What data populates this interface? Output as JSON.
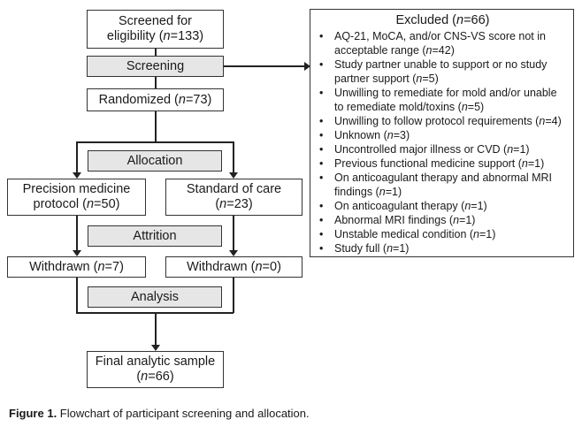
{
  "boxes": {
    "screened": {
      "line1": "Screened for",
      "line2a": "eligibility (",
      "line2n": "n",
      "line2b": "=133)"
    },
    "screening": "Screening",
    "randomized": {
      "a": "Randomized (",
      "n": "n",
      "b": "=73)"
    },
    "allocation": "Allocation",
    "precision": {
      "line1": "Precision medicine",
      "line2a": "protocol (",
      "line2n": "n",
      "line2b": "=50)"
    },
    "standard": {
      "line1": "Standard of care",
      "line2a": "(",
      "line2n": "n",
      "line2b": "=23)"
    },
    "attrition": "Attrition",
    "withdrawn_left": {
      "a": "Withdrawn (",
      "n": "n",
      "b": "=7)"
    },
    "withdrawn_right": {
      "a": "Withdrawn (",
      "n": "n",
      "b": "=0)"
    },
    "analysis": "Analysis",
    "final": {
      "line1": "Final analytic sample",
      "line2a": "(",
      "line2n": "n",
      "line2b": "=66)"
    }
  },
  "excluded": {
    "title": {
      "a": "Excluded (",
      "n": "n",
      "b": "=66)"
    },
    "items": [
      {
        "a": "AQ-21, MoCA, and/or CNS-VS score not in acceptable range (",
        "n": "n",
        "b": "=42)"
      },
      {
        "a": "Study partner unable to support or no study partner support (",
        "n": "n",
        "b": "=5)"
      },
      {
        "a": "Unwilling to remediate for mold and/or unable to remediate mold/toxins (",
        "n": "n",
        "b": "=5)"
      },
      {
        "a": "Unwilling to follow protocol requirements (",
        "n": "n",
        "b": "=4)"
      },
      {
        "a": "Unknown (",
        "n": "n",
        "b": "=3)"
      },
      {
        "a": "Uncontrolled major illness or CVD (",
        "n": "n",
        "b": "=1)"
      },
      {
        "a": "Previous functional medicine support (",
        "n": "n",
        "b": "=1)"
      },
      {
        "a": "On anticoagulant therapy and abnormal MRI findings (",
        "n": "n",
        "b": "=1)"
      },
      {
        "a": "On anticoagulant therapy (",
        "n": "n",
        "b": "=1)"
      },
      {
        "a": "Abnormal MRI findings (",
        "n": "n",
        "b": "=1)"
      },
      {
        "a": "Unstable medical condition (",
        "n": "n",
        "b": "=1)"
      },
      {
        "a": "Study full (",
        "n": "n",
        "b": "=1)"
      }
    ]
  },
  "caption": {
    "label": "Figure 1.",
    "text": " Flowchart of participant screening and allocation."
  },
  "colors": {
    "gray_box": "#e6e6e6",
    "border": "#333333"
  }
}
